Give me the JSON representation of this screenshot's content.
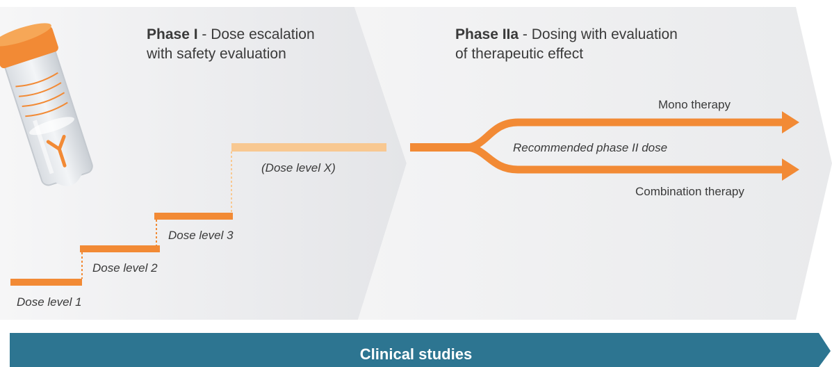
{
  "colors": {
    "orange": "#f28a35",
    "orange_light": "#f8c891",
    "banner": "#2d7591",
    "panel_left": "#eaebed",
    "panel_right": "#f1f1f2",
    "text": "#3a3a3a"
  },
  "phase1": {
    "title_bold": "Phase I",
    "title_rest_line1": " - Dose escalation",
    "title_line2": "with safety evaluation"
  },
  "phase2": {
    "title_bold": "Phase IIa",
    "title_rest_line1": " - Dosing with evaluation",
    "title_line2": "of therapeutic effect"
  },
  "dose_levels": {
    "level1": "Dose level 1",
    "level2": "Dose level 2",
    "level3": "Dose level 3",
    "levelx": "(Dose level X)"
  },
  "branches": {
    "mono": "Mono therapy",
    "recommended": "Recommended phase II dose",
    "combination": "Combination therapy"
  },
  "banner": {
    "label": "Clinical studies"
  },
  "icons": {
    "tube": "test-tube-icon",
    "antibody": "antibody-icon"
  }
}
